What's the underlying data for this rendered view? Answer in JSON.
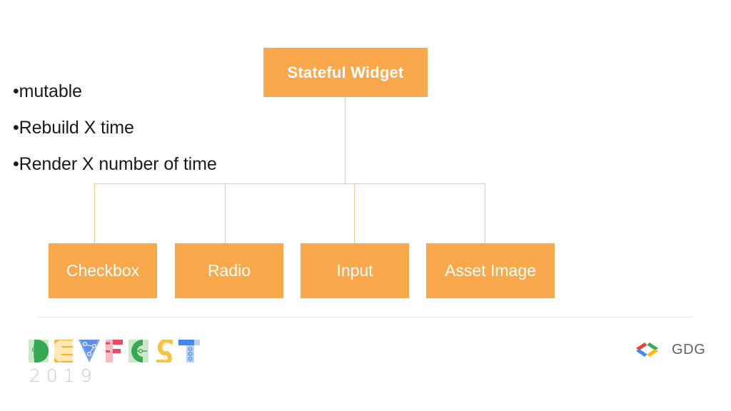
{
  "slide": {
    "background": "#ffffff",
    "accent_orange": "#F9A94C",
    "connector_color": "#F6C98A",
    "divider_color": "#e8e8ea"
  },
  "bullets": [
    "•mutable",
    "•Rebuild X time",
    "•Render X number of time"
  ],
  "diagram": {
    "root": {
      "label": "Stateful Widget"
    },
    "children": [
      {
        "label": "Checkbox"
      },
      {
        "label": "Radio"
      },
      {
        "label": "Input"
      },
      {
        "label": "Asset Image"
      }
    ]
  },
  "footer": {
    "devfest": {
      "wordmark": "DEVFEST",
      "letters": [
        {
          "char": "D",
          "color": "#5CB85C"
        },
        {
          "char": "E",
          "color": "#F5C242"
        },
        {
          "char": "V",
          "color": "#5E8EE8"
        },
        {
          "char": "F",
          "color": "#EA5C6E"
        },
        {
          "char": "E",
          "color": "#34A853"
        },
        {
          "char": "S",
          "color": "#F5C242"
        },
        {
          "char": "T",
          "color": "#5E8EE8"
        }
      ],
      "year": "2019"
    },
    "gdg": {
      "label": "GDG",
      "chevron_colors": {
        "left_top": "#EA4335",
        "left_bottom": "#4285F4",
        "right_top": "#34A853",
        "right_bottom": "#FBBC04"
      }
    }
  }
}
